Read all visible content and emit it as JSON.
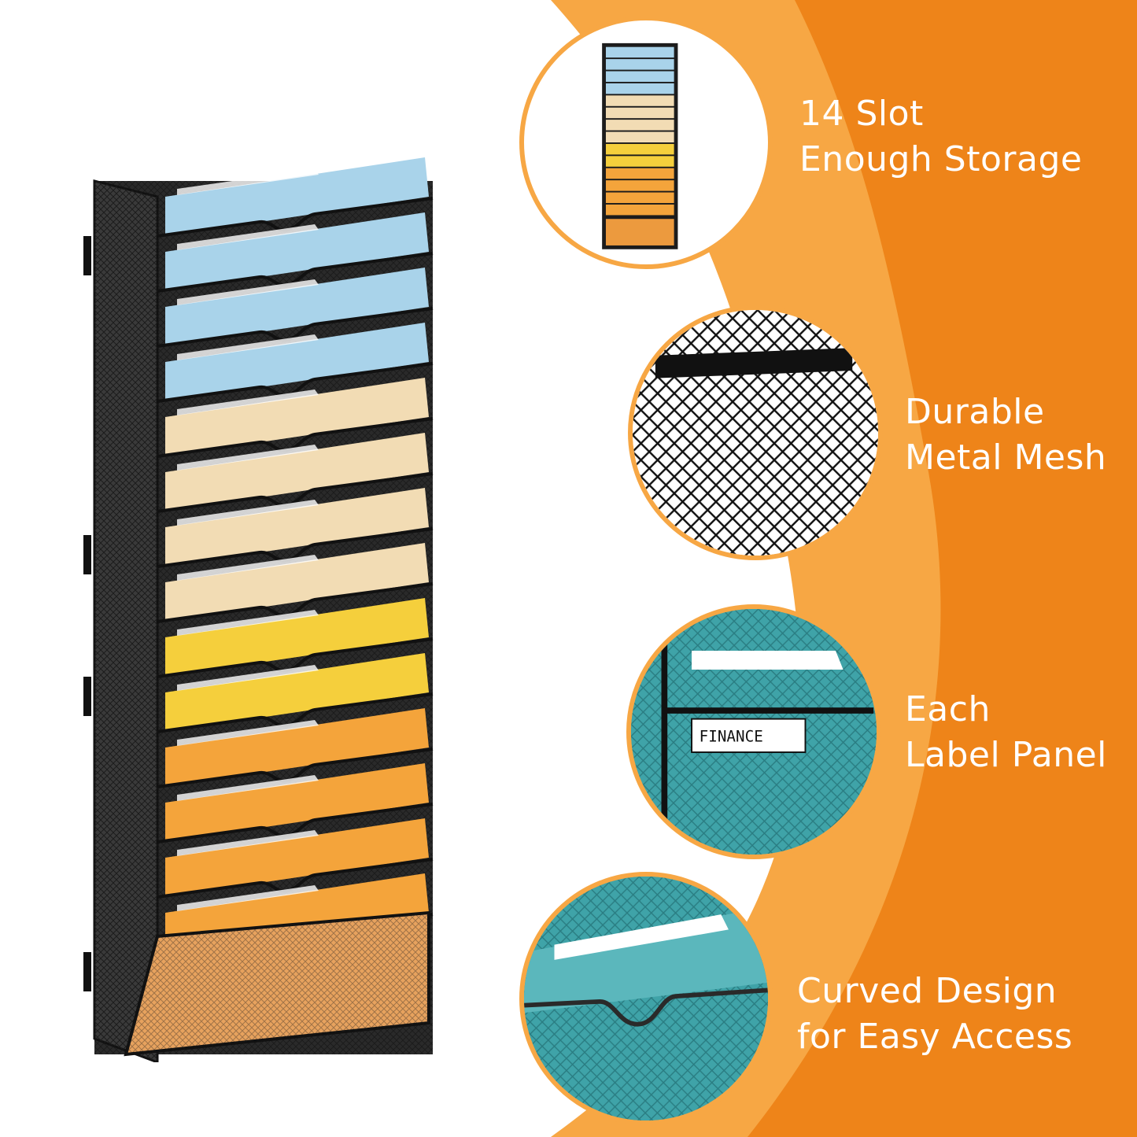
{
  "colors": {
    "accent_light": "#f7a744",
    "accent_dark": "#ee8419",
    "mesh": "#1c1c1c",
    "folder_blue": "#a9d3ea",
    "folder_cream": "#f2dcb4",
    "folder_yellow": "#f5cf3c",
    "folder_orange": "#f4a43b",
    "teal": "#3fa3a8"
  },
  "features": [
    {
      "line1": "14 Slot",
      "line2": "Enough Storage",
      "icon": "organizer-thumbnail-icon"
    },
    {
      "line1": "Durable",
      "line2": "Metal Mesh",
      "icon": "metal-mesh-icon"
    },
    {
      "line1": "Each",
      "line2": "Label Panel",
      "icon": "label-panel-icon"
    },
    {
      "line1": "Curved Design",
      "line2": "for Easy Access",
      "icon": "curved-design-icon"
    }
  ],
  "label_panel": {
    "tag": "FINANCE"
  }
}
